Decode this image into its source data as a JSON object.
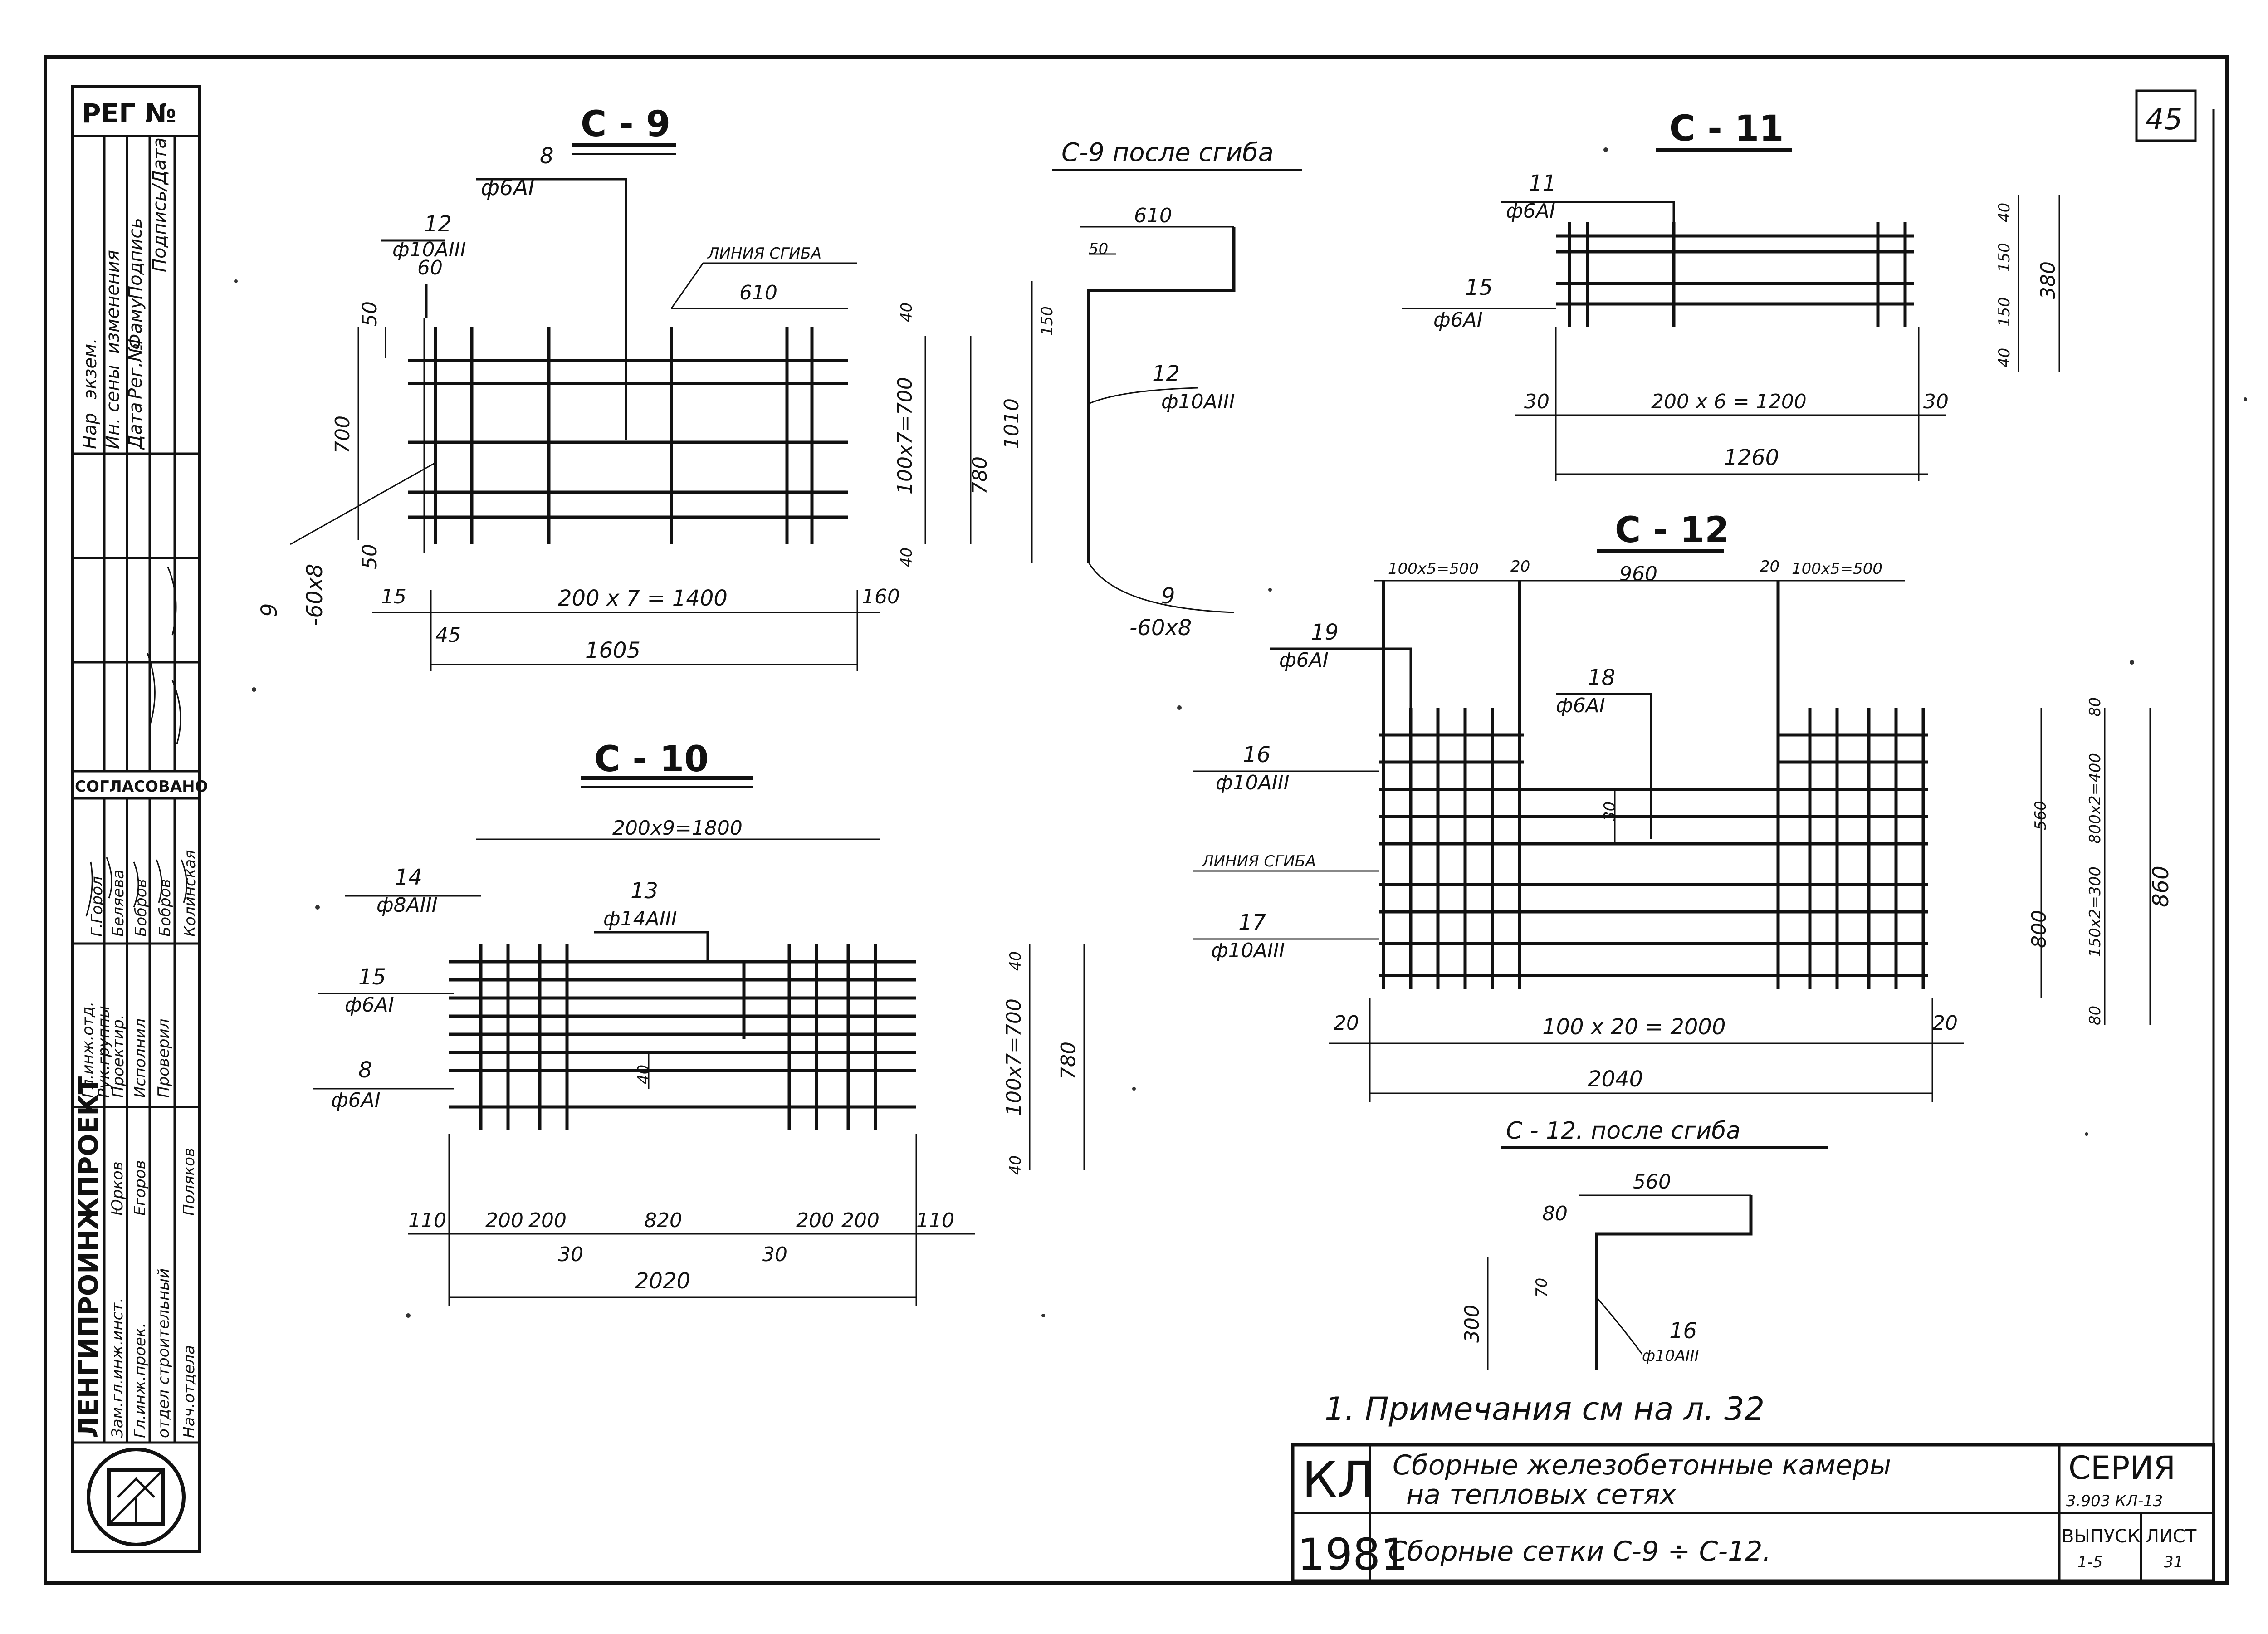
{
  "sheet_number": "45",
  "left_strip": {
    "reg_label": "РЕГ №",
    "changes_header": [
      "Нар",
      "экзем.",
      "Ин. сены",
      "изменения",
      "Дата",
      "Рег.№",
      "Фаму",
      "Подпись",
      "Подпись/Дата"
    ],
    "approved_label": "СОГЛАСОВАНО",
    "roles": [
      "Гл.инж.отд.",
      "Рук.группы",
      "Проектир.",
      "Исполнил",
      "Проверил"
    ],
    "names": [
      "Г.Горол",
      "Беляева",
      "Бобров",
      "Бобров",
      "Колинская"
    ],
    "org": "ЛЕНГИПРОИНЖПРОЕКТ",
    "org_roles": [
      "Зам.гл.инж.инст.",
      "Гл.инж.проек.",
      "отдел строительный",
      "Нач.отдела"
    ],
    "org_names": [
      "Юрков",
      "Егоров",
      "Поляков"
    ]
  },
  "c9": {
    "title": "С - 9",
    "bar8_num": "8",
    "bar8_spec": "ф6АI",
    "bar12_num": "12",
    "bar12_spec": "ф10АIII",
    "d60": "60",
    "d50a": "50",
    "d50b": "50",
    "d700": "700",
    "bend_label": "ЛИНИЯ СГИБА",
    "d610": "610",
    "d40a": "40",
    "d40b": "40",
    "d100x7": "100х7=700",
    "d780": "780",
    "bar9_num": "9",
    "bar9_spec": "-60х8",
    "d15": "15",
    "d200x7": "200 х 7 = 1400",
    "d160": "160",
    "d45": "45",
    "d1605": "1605"
  },
  "c9b": {
    "title": "С-9 после сгиба",
    "d610": "610",
    "d50": "50",
    "d150": "150",
    "d1010": "1010",
    "bar12_num": "12",
    "bar12_spec": "ф10АIII",
    "bar9_num": "9",
    "bar9_spec": "-60х8"
  },
  "c10": {
    "title": "С - 10",
    "d200x9": "200х9=1800",
    "bar14_num": "14",
    "bar14_spec": "ф8АIII",
    "bar13_num": "13",
    "bar13_spec": "ф14АIII",
    "bar15_num": "15",
    "bar15_spec": "ф6АI",
    "bar8_num": "8",
    "bar8_spec": "ф6АI",
    "d40a": "40",
    "d40b": "40",
    "d40c": "40",
    "d100x7": "100х7=700",
    "d780": "780",
    "d110a": "110",
    "d200a": "200",
    "d200b": "200",
    "d820": "820",
    "d200c": "200",
    "d200d": "200",
    "d110b": "110",
    "d30a": "30",
    "d30b": "30",
    "d2020": "2020"
  },
  "c11": {
    "title": "С - 11",
    "bar11_num": "11",
    "bar11_spec": "ф6АI",
    "bar15_num": "15",
    "bar15_spec": "ф6АI",
    "d40a": "40",
    "d150a": "150",
    "d150b": "150",
    "d40b": "40",
    "d380": "380",
    "d30a": "30",
    "d200x6": "200 х 6 = 1200",
    "d30b": "30",
    "d1260": "1260"
  },
  "c12": {
    "title": "С - 12",
    "d100x5a": "100х5=500",
    "d20a": "20",
    "d960": "960",
    "d20b": "20",
    "d100x5b": "100х5=500",
    "bar19_num": "19",
    "bar19_spec": "ф6АI",
    "bar18_num": "18",
    "bar18_spec": "ф6АI",
    "bar16_num": "16",
    "bar16_spec": "ф10АIII",
    "bend_label": "ЛИНИЯ СГИБА",
    "bar17_num": "17",
    "bar17_spec": "ф10АIII",
    "d30": "30",
    "d80a": "80",
    "d560": "560",
    "d800x2": "800х2=400",
    "d800": "800",
    "d150x2": "150х2=300",
    "d80b": "80",
    "d860": "860",
    "d20c": "20",
    "d100x20": "100 х 20 = 2000",
    "d20d": "20",
    "d2040": "2040"
  },
  "c12b": {
    "title": "С - 12. после сгиба",
    "d560": "560",
    "d80": "80",
    "d70": "70",
    "d300": "300",
    "bar16_num": "16",
    "bar16_spec": "ф10АIII"
  },
  "note": "1. Примечания см на л. 32",
  "title_block": {
    "code": "КЛ",
    "year": "1981",
    "project_line1": "Сборные железобетонные камеры",
    "project_line2": "на тепловых сетях",
    "sheet_title": "Сборные сетки С-9 ÷ С-12.",
    "series_label": "СЕРИЯ",
    "series_value": "3.903 КЛ-13",
    "issue_label": "ВЫПУСК",
    "issue_value": "1-5",
    "sheet_label": "ЛИСТ",
    "sheet_value": "31"
  }
}
